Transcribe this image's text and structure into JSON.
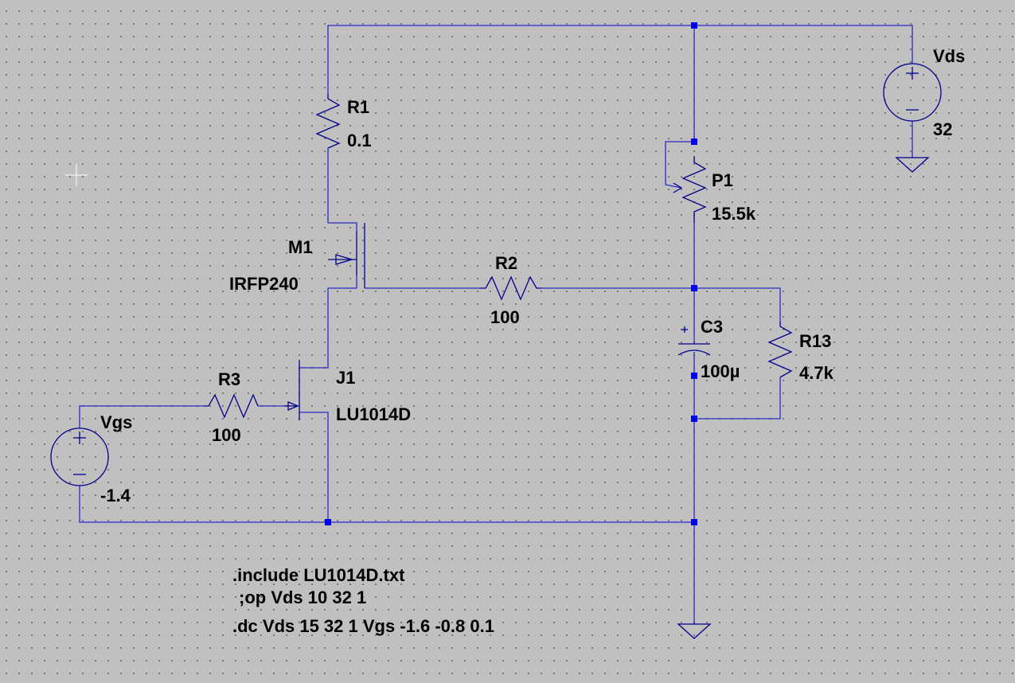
{
  "components": {
    "r1": {
      "ref": "R1",
      "value": "0.1"
    },
    "p1": {
      "ref": "P1",
      "value": "15.5k"
    },
    "vds": {
      "ref": "Vds",
      "value": "32"
    },
    "m1": {
      "ref": "M1",
      "value": "IRFP240"
    },
    "r2": {
      "ref": "R2",
      "value": "100"
    },
    "c3": {
      "ref": "C3",
      "value": "100µ"
    },
    "r13": {
      "ref": "R13",
      "value": "4.7k"
    },
    "j1": {
      "ref": "J1",
      "value": "LU1014D"
    },
    "r3": {
      "ref": "R3",
      "value": "100"
    },
    "vgs": {
      "ref": "Vgs",
      "value": "-1.4"
    }
  },
  "directives": [
    ".include LU1014D.txt",
    ";op Vds 10 32 1",
    ".dc Vds 15 32 1 Vgs -1.6 -0.8 0.1"
  ],
  "colors": {
    "background": "#c0c0c0",
    "wire": "#2a2ac8",
    "component": "#00008c",
    "junction": "#0000e6"
  }
}
